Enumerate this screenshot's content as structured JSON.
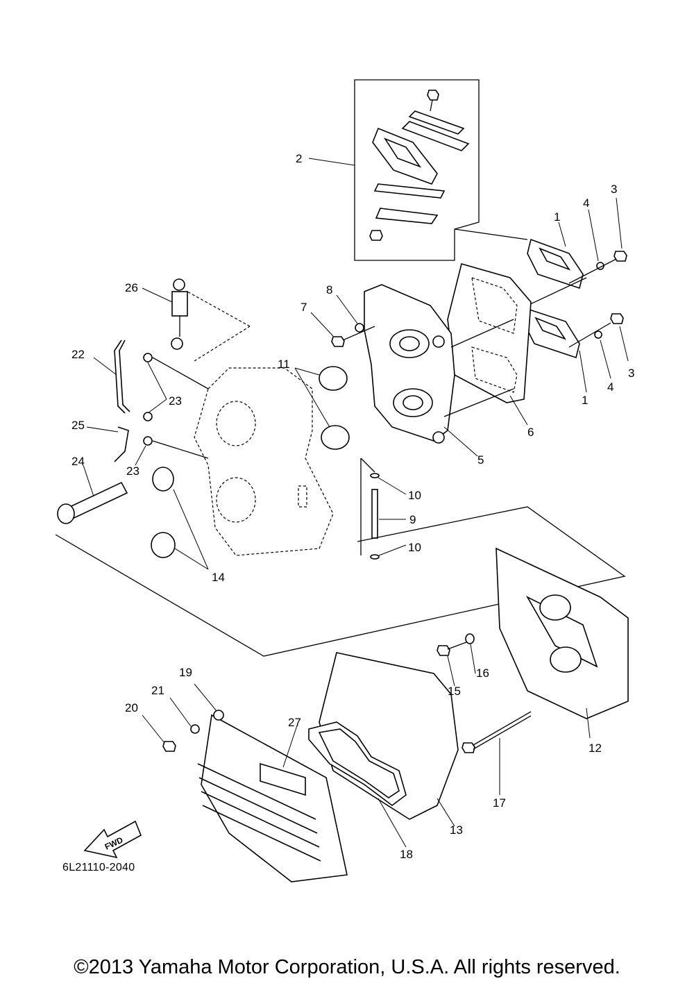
{
  "diagram": {
    "callouts": [
      "1",
      "1",
      "2",
      "3",
      "3",
      "4",
      "4",
      "5",
      "6",
      "7",
      "8",
      "9",
      "10",
      "10",
      "11",
      "12",
      "13",
      "14",
      "15",
      "16",
      "17",
      "18",
      "19",
      "20",
      "21",
      "22",
      "23",
      "23",
      "24",
      "25",
      "26",
      "27"
    ],
    "fwd_label": "FWD",
    "drawing_code": "6L21110-2040",
    "copyright": "©2013 Yamaha Motor Corporation, U.S.A. All rights reserved."
  }
}
